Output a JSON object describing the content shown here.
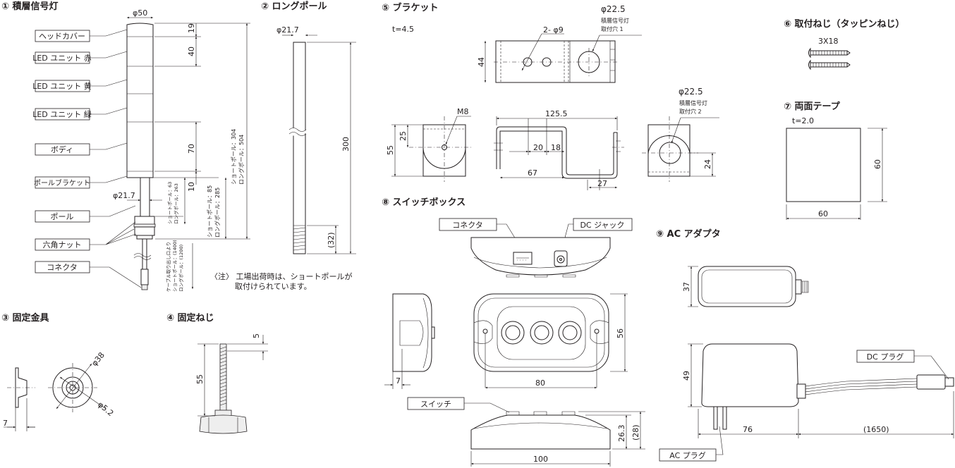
{
  "sections": {
    "signal_tower": {
      "title": "① 積層信号灯",
      "labels": [
        "ヘッドカバー",
        "LED ユニット 赤",
        "LED ユニット 黄",
        "LED ユニット 緑",
        "ボディ",
        "ポールブラケット",
        "ポール",
        "六角ナット",
        "コネクタ"
      ],
      "dims": {
        "diameter": "φ50",
        "head": "19",
        "unit": "40",
        "body": "70",
        "bracket": "10",
        "pole_dia": "φ21.7",
        "total_short": "ショートポール：304",
        "total_long": "ロングポール：504",
        "pole_short": "ショートポール：63",
        "pole_long": "ロングポール：263",
        "nut_short": "ショートポール：85",
        "nut_long": "ロングポール：285",
        "cable_note": "ケーブル取り出し口より",
        "cable_short": "ショートポール：(1400)",
        "cable_long": "ロングポール：(1200)"
      },
      "note_1": "〈注〉 工場出荷時は、ショートポールが",
      "note_2": "取付けられています。"
    },
    "long_pole": {
      "title": "② ロングポール",
      "diameter": "φ21.7",
      "length": "300",
      "thread": "(32)"
    },
    "fixing_bracket": {
      "title": "③ 固定金具",
      "outer": "φ38",
      "hole": "φ5.2",
      "thickness": "7"
    },
    "fixing_screw": {
      "title": "④ 固定ねじ",
      "length": "55",
      "tip": "5"
    },
    "bracket": {
      "title": "⑤ ブラケット",
      "thickness": "t=4.5",
      "holes": "2- φ9",
      "big_hole": "φ22.5",
      "hole1_l1": "積層信号灯",
      "hole1_l2": "取付穴 1",
      "hole2": "φ22.5",
      "hole2_l1": "積層信号灯",
      "hole2_l2": "取付穴 2",
      "height44": "44",
      "thread": "M8",
      "h55": "55",
      "h25": "25",
      "width": "125.5",
      "d20": "20",
      "d18": "18",
      "d67": "67",
      "d27": "27",
      "d24": "24"
    },
    "mount_screw": {
      "title": "⑥ 取付ねじ（タッピンねじ）",
      "size": "3X18"
    },
    "tape": {
      "title": "⑦ 両面テープ",
      "thickness": "t=2.0",
      "height": "60",
      "width": "60"
    },
    "switch_box": {
      "title": "⑧ スイッチボックス",
      "connector": "コネクタ",
      "dc_jack": "DC ジャック",
      "switch": "スイッチ",
      "d7": "7",
      "d80": "80",
      "d56": "56",
      "d26": "26.3",
      "d28": "(28)",
      "d100": "100"
    },
    "ac_adapter": {
      "title": "⑨ AC アダプタ",
      "d37": "37",
      "d49": "49",
      "d76": "76",
      "cable": "(1650)",
      "dc_plug": "DC プラグ",
      "ac_plug": "AC プラグ"
    }
  }
}
